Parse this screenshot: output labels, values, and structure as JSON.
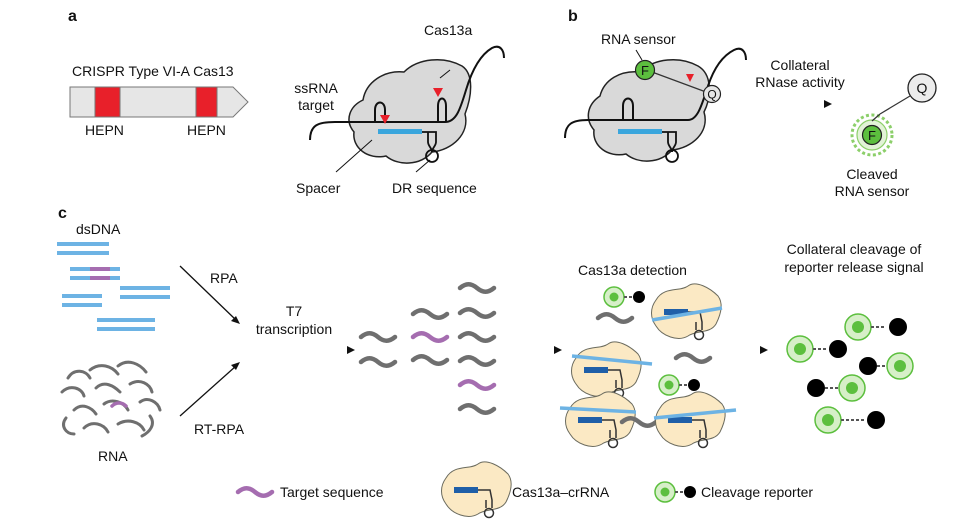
{
  "panels": {
    "a": "a",
    "b": "b",
    "c": "c"
  },
  "panel_a": {
    "gene_title": "CRISPR Type VI-A Cas13",
    "hepn_left": "HEPN",
    "hepn_right": "HEPN",
    "protein": "Cas13a",
    "target_line1": "ssRNA",
    "target_line2": "target",
    "spacer": "Spacer",
    "dr_sequence": "DR sequence"
  },
  "panel_b": {
    "sensor": "RNA sensor",
    "collateral_line1": "Collateral",
    "collateral_line2": "RNase activity",
    "cleaved_line1": "Cleaved",
    "cleaved_line2": "RNA sensor",
    "fluorophore": "F",
    "quencher": "Q"
  },
  "panel_c": {
    "dsdna": "dsDNA",
    "rna": "RNA",
    "rpa": "RPA",
    "rt_rpa": "RT-RPA",
    "t7_line1": "T7",
    "t7_line2": "transcription",
    "detection": "Cas13a detection",
    "release_line1": "Collateral cleavage of",
    "release_line2": "reporter release signal"
  },
  "legend": {
    "target": "Target sequence",
    "complex": "Cas13a–crRNA",
    "reporter": "Cleavage reporter"
  },
  "colors": {
    "hepn": "#e8202a",
    "dna": "#6db3e4",
    "target": "#a56db0",
    "rna": "#6f6f6f",
    "protein": "#d9d9d9",
    "complex": "#fbe9c4",
    "spacer": "#1f5fa8",
    "fluor": "#5cbf3e",
    "fluor_halo": "#d6efc8",
    "quencher": "#000000"
  }
}
